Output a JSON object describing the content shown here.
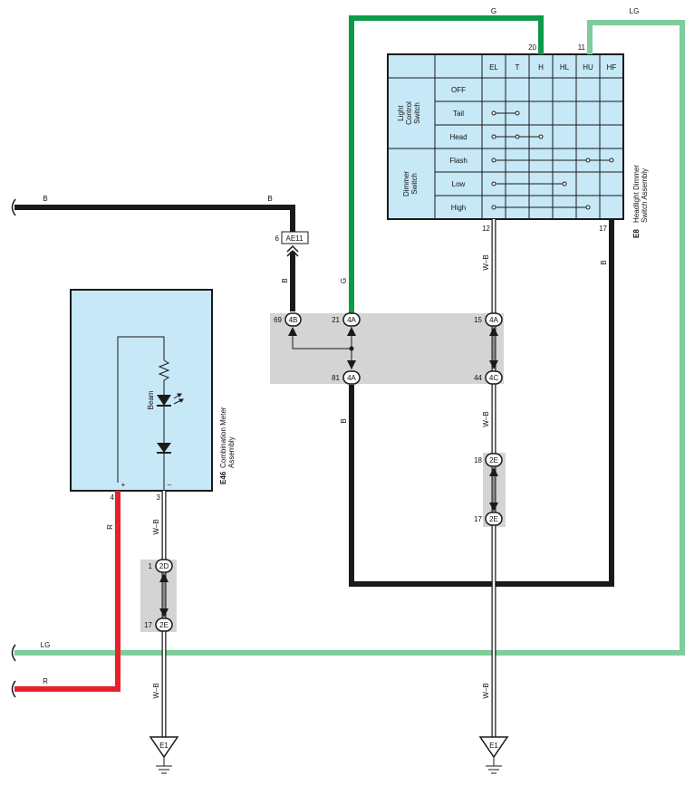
{
  "wire_colors": {
    "B": "#1a1a1a",
    "G": "#0d9a48",
    "LG": "#7fcc9c",
    "R": "#e8202a",
    "W-B": "#ffffff",
    "component_fill": "#c6e8f7",
    "junction_fill": "#d4d4d4"
  },
  "wire_labels": {
    "g_top": "G",
    "lg_top": "LG",
    "b_left_1": "B",
    "b_left_2": "B",
    "b_ae11": "B",
    "g_vertical": "G",
    "wb_e8": "W–B",
    "b_right": "B",
    "b_81": "B",
    "wb_mid": "W–B",
    "r_left": "R",
    "wb_meter": "W–B",
    "lg_bottom": "LG",
    "r_bottom": "R",
    "wb_bottom_left": "W–B",
    "wb_bottom_right": "W–B"
  },
  "e8": {
    "id": "E8",
    "name_line1": "Headlight Dimmer",
    "name_line2": "Switch Assembly",
    "pin_20": "20",
    "pin_11": "11",
    "pin_12": "12",
    "pin_17": "17",
    "columns": [
      "EL",
      "T",
      "H",
      "HL",
      "HU",
      "HF"
    ],
    "group_light_1": "Light",
    "group_light_2": "Control",
    "group_light_3": "Switch",
    "group_dimmer_1": "Dimmer",
    "group_dimmer_2": "Switch",
    "rows": [
      "OFF",
      "Tail",
      "Head",
      "Flash",
      "Low",
      "High"
    ]
  },
  "ae11": {
    "label": "AE11",
    "pin": "6"
  },
  "e46": {
    "id": "E46",
    "name_line1": "Combination Meter",
    "name_line2": "Assembly",
    "beam_label": "Beam",
    "plus": "+",
    "minus": "–",
    "pin_4": "4",
    "pin_3": "3"
  },
  "junction_main": {
    "c_4b": "4B",
    "p_69": "69",
    "c_4a_21": "4A",
    "p_21": "21",
    "c_4a_81": "4A",
    "p_81": "81",
    "c_4a_15": "4A",
    "p_15": "15",
    "c_4c": "4C",
    "p_44": "44"
  },
  "junction_2e": {
    "c_top": "2E",
    "p_top": "18",
    "c_bot": "2E",
    "p_bot": "17"
  },
  "junction_2d": {
    "c_top": "2D",
    "p_top": "1",
    "c_bot": "2E",
    "p_bot": "17"
  },
  "grounds": {
    "left": "E1",
    "right": "E1"
  }
}
